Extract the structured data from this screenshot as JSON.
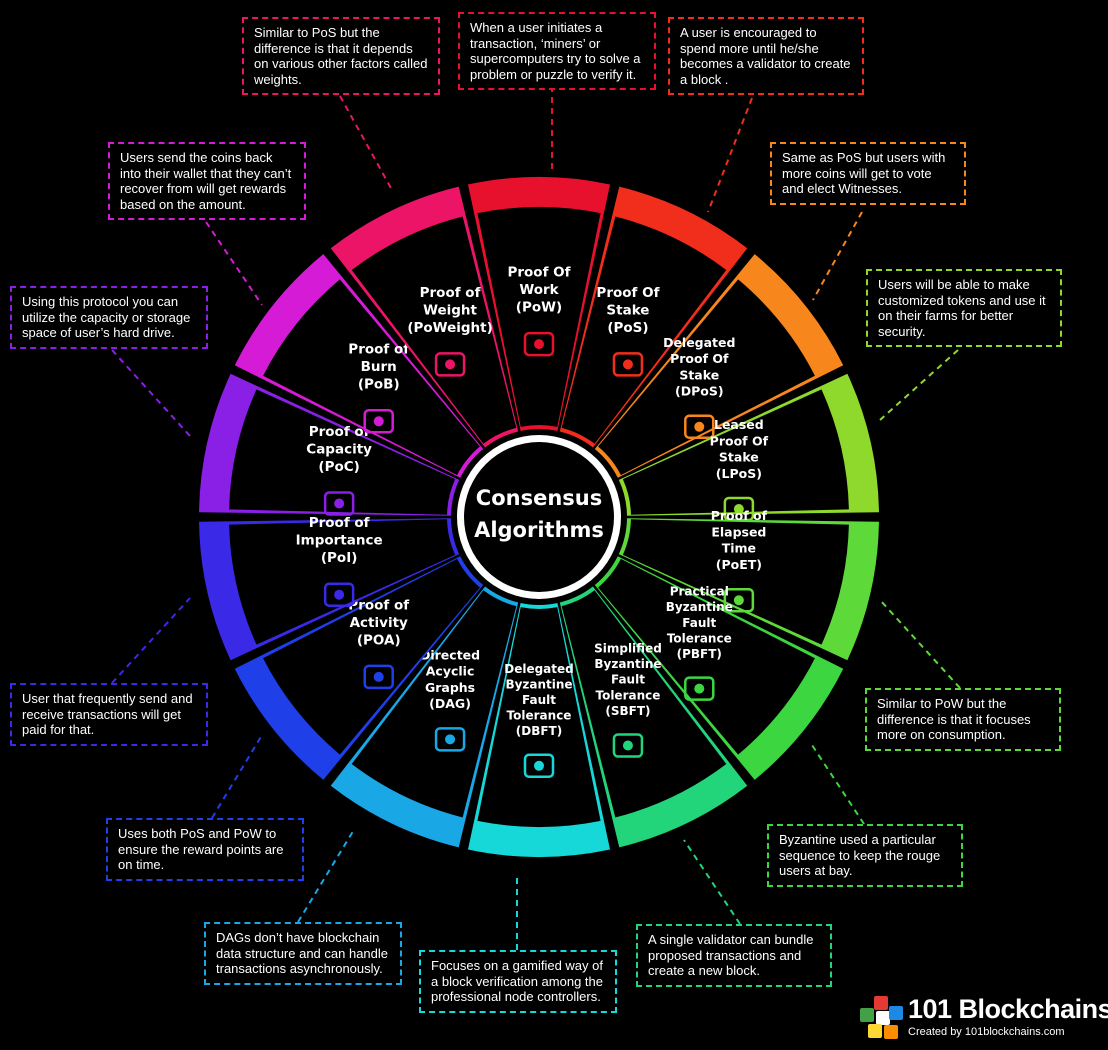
{
  "center": {
    "line1": "Consensus",
    "line2": "Algorithms"
  },
  "segments": [
    {
      "label": [
        "Proof Of",
        "Work",
        "(PoW)"
      ],
      "color": "#e8112d",
      "icon": "miner-icon"
    },
    {
      "label": [
        "Proof Of",
        "Stake",
        "(PoS)"
      ],
      "color": "#f12d1b",
      "icon": "mine-cart-icon"
    },
    {
      "label": [
        "Delegated",
        "Proof Of",
        "Stake",
        "(DPoS)"
      ],
      "color": "#f7861c",
      "icon": "ballot-voter-icon"
    },
    {
      "label": [
        "Leased",
        "Proof Of",
        "Stake",
        "(LPoS)"
      ],
      "color": "#8fd82c",
      "icon": "hand-coin-icon"
    },
    {
      "label": [
        "Proof of",
        "Elapsed",
        "Time",
        "(PoET)"
      ],
      "color": "#5ed93a",
      "icon": "server-clock-icon"
    },
    {
      "label": [
        "Practical",
        "Byzantine",
        "Fault",
        "Tolerance",
        "(PBFT)"
      ],
      "color": "#3cd640",
      "icon": "shield-hands-icon"
    },
    {
      "label": [
        "Simplified",
        "Byzantine",
        "Fault",
        "Tolerance",
        "(SBFT)"
      ],
      "color": "#22d47a",
      "icon": "node-network-icon"
    },
    {
      "label": [
        "Delegated",
        "Byzantine",
        "Fault",
        "Tolerance",
        "(DBFT)"
      ],
      "color": "#17d8d8",
      "icon": "graph-pointer-icon"
    },
    {
      "label": [
        "Directed",
        "Acyclic",
        "Graphs",
        "(DAG)"
      ],
      "color": "#1aa7e6",
      "icon": "dag-network-icon"
    },
    {
      "label": [
        "Proof of",
        "Activity",
        "(POA)"
      ],
      "color": "#1f3fe8",
      "icon": "gear-head-icon"
    },
    {
      "label": [
        "Proof of",
        "Importance",
        "(PoI)"
      ],
      "color": "#3a2ae8",
      "icon": "money-cycle-icon"
    },
    {
      "label": [
        "Proof of",
        "Capacity",
        "(PoC)"
      ],
      "color": "#8a1fe6",
      "icon": "hand-drive-icon"
    },
    {
      "label": [
        "Proof of",
        "Burn",
        "(PoB)"
      ],
      "color": "#d61bd6",
      "icon": "fire-icon"
    },
    {
      "label": [
        "Proof of",
        "Weight",
        "(PoWeight)"
      ],
      "color": "#ec1466",
      "icon": "weights-icon"
    }
  ],
  "descriptions": {
    "pow": "When a user initiates a transaction, ‘miners’ or supercomputers try to solve a problem or puzzle to verify it.",
    "pos": "A user is encouraged to spend more until he/she becomes a validator to create a block .",
    "dpos": "Same as PoS but users with more coins will get to vote and elect Witnesses.",
    "lpos": "Users will be able to make customized tokens and use it on their farms for better security.",
    "poet": "Similar to PoW but the difference is that it focuses more on consumption.",
    "pbft": "Byzantine used a particular sequence to keep the rouge users at bay.",
    "sbft": "A single validator can bundle proposed transactions and create a new block.",
    "dbft": "Focuses on a gamified way of a block verification among the professional node controllers.",
    "dag": "DAGs don’t have blockchain data structure and can handle transactions asynchronously.",
    "poa": "Uses both PoS and PoW to ensure the reward points are on time.",
    "poi": "User that frequently send and receive transactions will get paid for that.",
    "poc": "Using this protocol you can utilize the capacity or storage space of user’s hard drive.",
    "pob": "Users send the coins back into their wallet that they can’t recover from will get rewards based on the amount.",
    "poweight": "Similar to PoS but the difference is that it depends on various other factors called weights."
  },
  "logo": {
    "name": "101 Blockchains",
    "sub": "Created by 101blockchains.com"
  }
}
